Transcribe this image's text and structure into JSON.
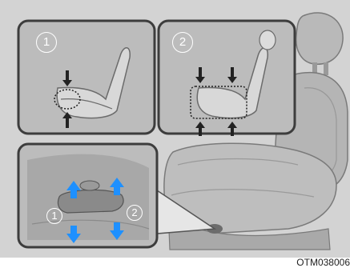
{
  "panels": {
    "seat_slide": {
      "number": "1"
    },
    "seat_height": {
      "number": "2"
    },
    "switch_detail": {
      "label_1": "1",
      "label_2": "2"
    }
  },
  "figure_code": "OTM038006",
  "colors": {
    "background": "#d3d3d3",
    "panel_fill": "#bcbcbc",
    "panel_border": "#3d3d3d",
    "arrow_blue": "#1e90ff",
    "arrow_dark": "#222222"
  },
  "icons": [
    "arrow-up-icon",
    "arrow-down-icon",
    "seat-icon",
    "switch-icon",
    "headrest-icon"
  ]
}
